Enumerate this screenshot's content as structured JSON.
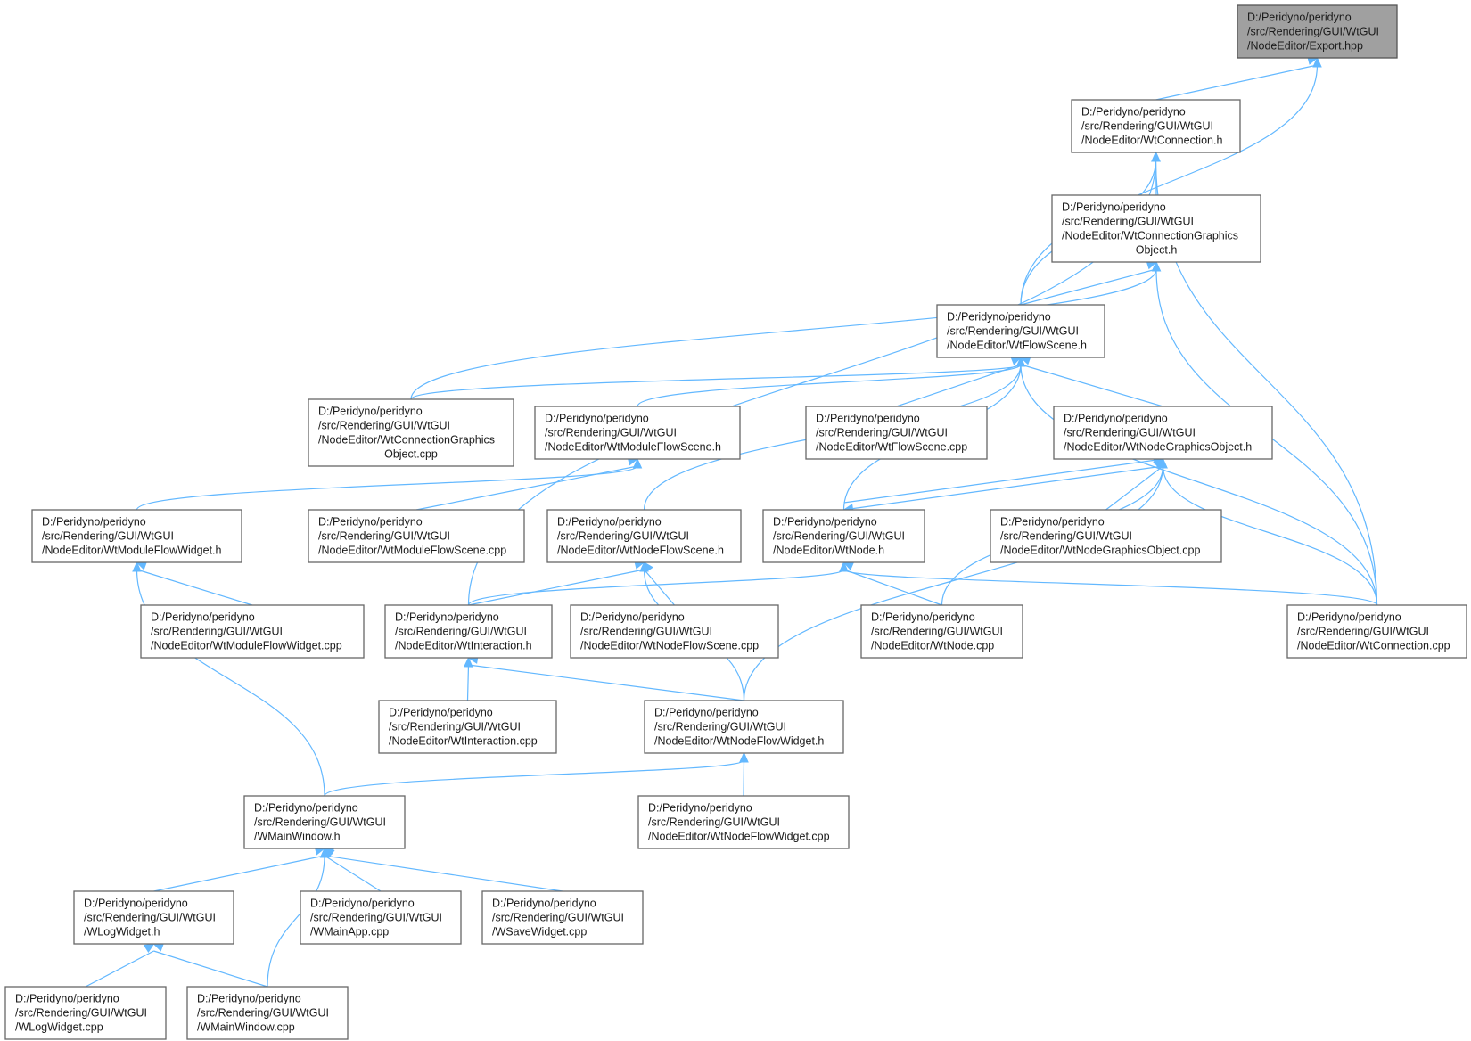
{
  "graph": {
    "colors": {
      "edge": "#63b8ff",
      "node_border": "#666666",
      "root_fill": "#a0a0a0",
      "node_fill": "#ffffff"
    },
    "nodes": [
      {
        "id": "export_hpp",
        "lines": [
          "D:/Peridyno/peridyno",
          "/src/Rendering/GUI/WtGUI",
          "/NodeEditor/Export.hpp"
        ],
        "root": true
      },
      {
        "id": "wtconnection_h",
        "lines": [
          "D:/Peridyno/peridyno",
          "/src/Rendering/GUI/WtGUI",
          "/NodeEditor/WtConnection.h"
        ]
      },
      {
        "id": "wtconngfx_h",
        "lines": [
          "D:/Peridyno/peridyno",
          "/src/Rendering/GUI/WtGUI",
          "/NodeEditor/WtConnectionGraphics",
          "Object.h"
        ]
      },
      {
        "id": "wtflowscene_h",
        "lines": [
          "D:/Peridyno/peridyno",
          "/src/Rendering/GUI/WtGUI",
          "/NodeEditor/WtFlowScene.h"
        ]
      },
      {
        "id": "wtconngfx_cpp",
        "lines": [
          "D:/Peridyno/peridyno",
          "/src/Rendering/GUI/WtGUI",
          "/NodeEditor/WtConnectionGraphics",
          "Object.cpp"
        ]
      },
      {
        "id": "wtmoduleflowscene_h",
        "lines": [
          "D:/Peridyno/peridyno",
          "/src/Rendering/GUI/WtGUI",
          "/NodeEditor/WtModuleFlowScene.h"
        ]
      },
      {
        "id": "wtflowscene_cpp",
        "lines": [
          "D:/Peridyno/peridyno",
          "/src/Rendering/GUI/WtGUI",
          "/NodeEditor/WtFlowScene.cpp"
        ]
      },
      {
        "id": "wtnodegfx_h",
        "lines": [
          "D:/Peridyno/peridyno",
          "/src/Rendering/GUI/WtGUI",
          "/NodeEditor/WtNodeGraphicsObject.h"
        ]
      },
      {
        "id": "wtmoduleflowwidget_h",
        "lines": [
          "D:/Peridyno/peridyno",
          "/src/Rendering/GUI/WtGUI",
          "/NodeEditor/WtModuleFlowWidget.h"
        ]
      },
      {
        "id": "wtmoduleflowscene_cpp",
        "lines": [
          "D:/Peridyno/peridyno",
          "/src/Rendering/GUI/WtGUI",
          "/NodeEditor/WtModuleFlowScene.cpp"
        ]
      },
      {
        "id": "wtnodeflowscene_h",
        "lines": [
          "D:/Peridyno/peridyno",
          "/src/Rendering/GUI/WtGUI",
          "/NodeEditor/WtNodeFlowScene.h"
        ]
      },
      {
        "id": "wtnode_h",
        "lines": [
          "D:/Peridyno/peridyno",
          "/src/Rendering/GUI/WtGUI",
          "/NodeEditor/WtNode.h"
        ]
      },
      {
        "id": "wtnodegfx_cpp",
        "lines": [
          "D:/Peridyno/peridyno",
          "/src/Rendering/GUI/WtGUI",
          "/NodeEditor/WtNodeGraphicsObject.cpp"
        ]
      },
      {
        "id": "wtmoduleflowwidget_cpp",
        "lines": [
          "D:/Peridyno/peridyno",
          "/src/Rendering/GUI/WtGUI",
          "/NodeEditor/WtModuleFlowWidget.cpp"
        ]
      },
      {
        "id": "wtinteraction_h",
        "lines": [
          "D:/Peridyno/peridyno",
          "/src/Rendering/GUI/WtGUI",
          "/NodeEditor/WtInteraction.h"
        ]
      },
      {
        "id": "wtnodeflowscene_cpp",
        "lines": [
          "D:/Peridyno/peridyno",
          "/src/Rendering/GUI/WtGUI",
          "/NodeEditor/WtNodeFlowScene.cpp"
        ]
      },
      {
        "id": "wtnode_cpp",
        "lines": [
          "D:/Peridyno/peridyno",
          "/src/Rendering/GUI/WtGUI",
          "/NodeEditor/WtNode.cpp"
        ]
      },
      {
        "id": "wtconnection_cpp",
        "lines": [
          "D:/Peridyno/peridyno",
          "/src/Rendering/GUI/WtGUI",
          "/NodeEditor/WtConnection.cpp"
        ]
      },
      {
        "id": "wtinteraction_cpp",
        "lines": [
          "D:/Peridyno/peridyno",
          "/src/Rendering/GUI/WtGUI",
          "/NodeEditor/WtInteraction.cpp"
        ]
      },
      {
        "id": "wtnodeflowwidget_h",
        "lines": [
          "D:/Peridyno/peridyno",
          "/src/Rendering/GUI/WtGUI",
          "/NodeEditor/WtNodeFlowWidget.h"
        ]
      },
      {
        "id": "wmainwindow_h",
        "lines": [
          "D:/Peridyno/peridyno",
          "/src/Rendering/GUI/WtGUI",
          "/WMainWindow.h"
        ]
      },
      {
        "id": "wtnodeflowwidget_cpp",
        "lines": [
          "D:/Peridyno/peridyno",
          "/src/Rendering/GUI/WtGUI",
          "/NodeEditor/WtNodeFlowWidget.cpp"
        ]
      },
      {
        "id": "wlogwidget_h",
        "lines": [
          "D:/Peridyno/peridyno",
          "/src/Rendering/GUI/WtGUI",
          "/WLogWidget.h"
        ]
      },
      {
        "id": "wmainapp_cpp",
        "lines": [
          "D:/Peridyno/peridyno",
          "/src/Rendering/GUI/WtGUI",
          "/WMainApp.cpp"
        ]
      },
      {
        "id": "wsavewidget_cpp",
        "lines": [
          "D:/Peridyno/peridyno",
          "/src/Rendering/GUI/WtGUI",
          "/WSaveWidget.cpp"
        ]
      },
      {
        "id": "wlogwidget_cpp",
        "lines": [
          "D:/Peridyno/peridyno",
          "/src/Rendering/GUI/WtGUI",
          "/WLogWidget.cpp"
        ]
      },
      {
        "id": "wmainwindow_cpp",
        "lines": [
          "D:/Peridyno/peridyno",
          "/src/Rendering/GUI/WtGUI",
          "/WMainWindow.cpp"
        ]
      }
    ],
    "edges": [
      [
        "wtconnection_h",
        "export_hpp"
      ],
      [
        "wtflowscene_h",
        "export_hpp"
      ],
      [
        "wtconngfx_h",
        "wtconnection_h"
      ],
      [
        "wtflowscene_h",
        "wtconnection_h"
      ],
      [
        "wtinteraction_h",
        "wtconnection_h"
      ],
      [
        "wtconnection_cpp",
        "wtconnection_h"
      ],
      [
        "wtflowscene_h",
        "wtconngfx_h"
      ],
      [
        "wtconngfx_cpp",
        "wtconngfx_h"
      ],
      [
        "wtconnection_cpp",
        "wtconngfx_h"
      ],
      [
        "wtconngfx_cpp",
        "wtflowscene_h"
      ],
      [
        "wtmoduleflowscene_h",
        "wtflowscene_h"
      ],
      [
        "wtflowscene_cpp",
        "wtflowscene_h"
      ],
      [
        "wtnodegfx_h",
        "wtflowscene_h"
      ],
      [
        "wtnodeflowscene_h",
        "wtflowscene_h"
      ],
      [
        "wtnode_h",
        "wtflowscene_h"
      ],
      [
        "wtconnection_cpp",
        "wtflowscene_h"
      ],
      [
        "wtmoduleflowwidget_h",
        "wtmoduleflowscene_h"
      ],
      [
        "wtmoduleflowscene_cpp",
        "wtmoduleflowscene_h"
      ],
      [
        "wtnode_h",
        "wtnodegfx_h"
      ],
      [
        "wtnodegfx_cpp",
        "wtnodegfx_h"
      ],
      [
        "wtnode_cpp",
        "wtnodegfx_h"
      ],
      [
        "wtconnection_cpp",
        "wtnodegfx_h"
      ],
      [
        "wtnodeflowwidget_h",
        "wtnodegfx_h"
      ],
      [
        "wtnodegfx_h",
        "wtnode_h"
      ],
      [
        "wtmoduleflowwidget_cpp",
        "wtmoduleflowwidget_h"
      ],
      [
        "wmainwindow_h",
        "wtmoduleflowwidget_h"
      ],
      [
        "wtinteraction_h",
        "wtnodeflowscene_h"
      ],
      [
        "wtnodeflowscene_cpp",
        "wtnodeflowscene_h"
      ],
      [
        "wtnodeflowwidget_h",
        "wtnodeflowscene_h"
      ],
      [
        "wtinteraction_h",
        "wtnode_h"
      ],
      [
        "wtnode_cpp",
        "wtnode_h"
      ],
      [
        "wtconnection_cpp",
        "wtnode_h"
      ],
      [
        "wtinteraction_cpp",
        "wtinteraction_h"
      ],
      [
        "wtnodeflowwidget_h",
        "wtinteraction_h"
      ],
      [
        "wmainwindow_h",
        "wtnodeflowwidget_h"
      ],
      [
        "wtnodeflowwidget_cpp",
        "wtnodeflowwidget_h"
      ],
      [
        "wlogwidget_h",
        "wmainwindow_h"
      ],
      [
        "wmainapp_cpp",
        "wmainwindow_h"
      ],
      [
        "wsavewidget_cpp",
        "wmainwindow_h"
      ],
      [
        "wmainwindow_cpp",
        "wmainwindow_h"
      ],
      [
        "wlogwidget_cpp",
        "wlogwidget_h"
      ],
      [
        "wmainwindow_cpp",
        "wlogwidget_h"
      ]
    ]
  }
}
